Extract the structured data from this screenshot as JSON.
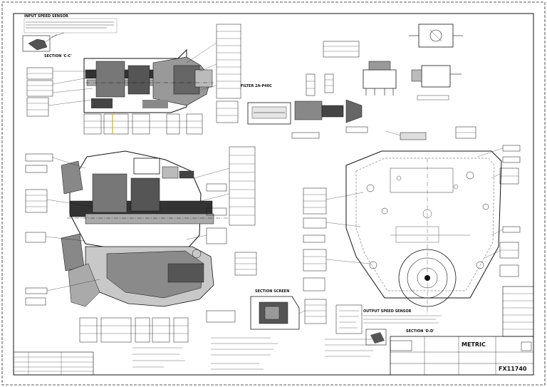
{
  "sections": {
    "input_speed_sensor": "INPUT SPEED SENSOR",
    "section_c_c": "SECTION 'C-C'",
    "filter": "FILTER 2A-P40C",
    "section_screen": "SECTION SCREEN",
    "output_speed_sensor": "OUTPUT SPEED SENSOR",
    "section_d_d": "SECTION 'D-D'"
  },
  "title_block": {
    "metric": "METRIC",
    "drawing_number": "FX11740"
  },
  "icons": {
    "north": "cross-section-hatch",
    "gear": "gear-icon"
  }
}
